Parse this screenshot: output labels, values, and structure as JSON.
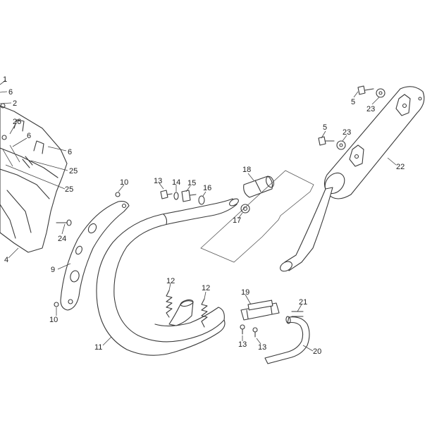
{
  "callouts": [
    {
      "id": "c1",
      "label": "1"
    },
    {
      "id": "c6a",
      "label": "6"
    },
    {
      "id": "c2",
      "label": "2"
    },
    {
      "id": "c26",
      "label": "26"
    },
    {
      "id": "c6b",
      "label": "6"
    },
    {
      "id": "c6c",
      "label": "6"
    },
    {
      "id": "c25a",
      "label": "25"
    },
    {
      "id": "c25b",
      "label": "25"
    },
    {
      "id": "c24",
      "label": "24"
    },
    {
      "id": "c4",
      "label": "4"
    },
    {
      "id": "c10a",
      "label": "10"
    },
    {
      "id": "c9",
      "label": "9"
    },
    {
      "id": "c10b",
      "label": "10"
    },
    {
      "id": "c13a",
      "label": "13"
    },
    {
      "id": "c14",
      "label": "14"
    },
    {
      "id": "c15",
      "label": "15"
    },
    {
      "id": "c16",
      "label": "16"
    },
    {
      "id": "c18",
      "label": "18"
    },
    {
      "id": "c17",
      "label": "17"
    },
    {
      "id": "c12a",
      "label": "12"
    },
    {
      "id": "c12b",
      "label": "12"
    },
    {
      "id": "c11",
      "label": "11"
    },
    {
      "id": "c19",
      "label": "19"
    },
    {
      "id": "c21",
      "label": "21"
    },
    {
      "id": "c13b",
      "label": "13"
    },
    {
      "id": "c13c",
      "label": "13"
    },
    {
      "id": "c20",
      "label": "20"
    },
    {
      "id": "c5a",
      "label": "5"
    },
    {
      "id": "c23a",
      "label": "23"
    },
    {
      "id": "c5b",
      "label": "5"
    },
    {
      "id": "c23b",
      "label": "23"
    },
    {
      "id": "c22",
      "label": "22"
    }
  ]
}
